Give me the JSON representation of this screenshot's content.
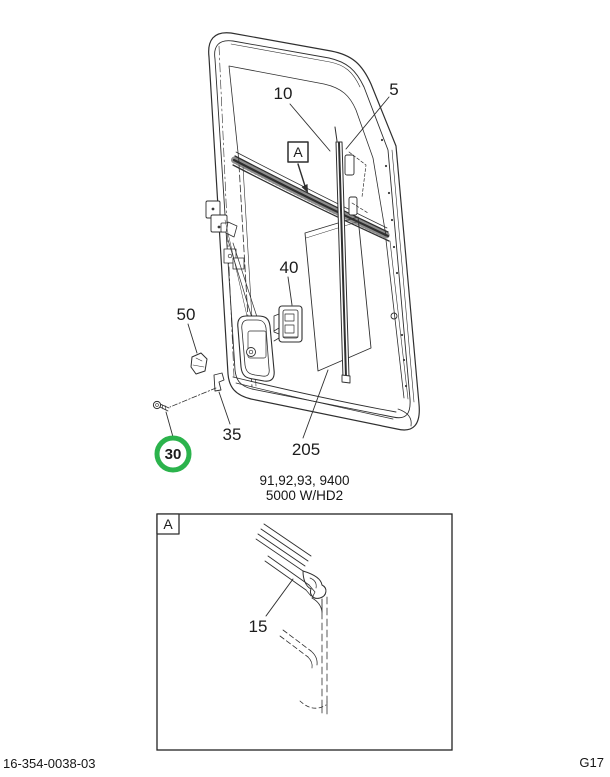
{
  "document": {
    "code": "16-354-0038-03",
    "page_ref": "G17"
  },
  "main_view": {
    "caption_lines": [
      "91,92,93, 9400",
      "5000 W/HD2"
    ],
    "detail_marker": "A",
    "callouts": {
      "part5": "5",
      "part10": "10",
      "part35": "35",
      "part40": "40",
      "part50": "50",
      "part205": "205"
    },
    "highlight": {
      "label": "30",
      "color": "#2bb34c"
    }
  },
  "detail_view": {
    "marker": "A",
    "callouts": {
      "part15": "15"
    }
  },
  "colors": {
    "line_primary": "#2f2f2f",
    "background": "#ffffff"
  }
}
